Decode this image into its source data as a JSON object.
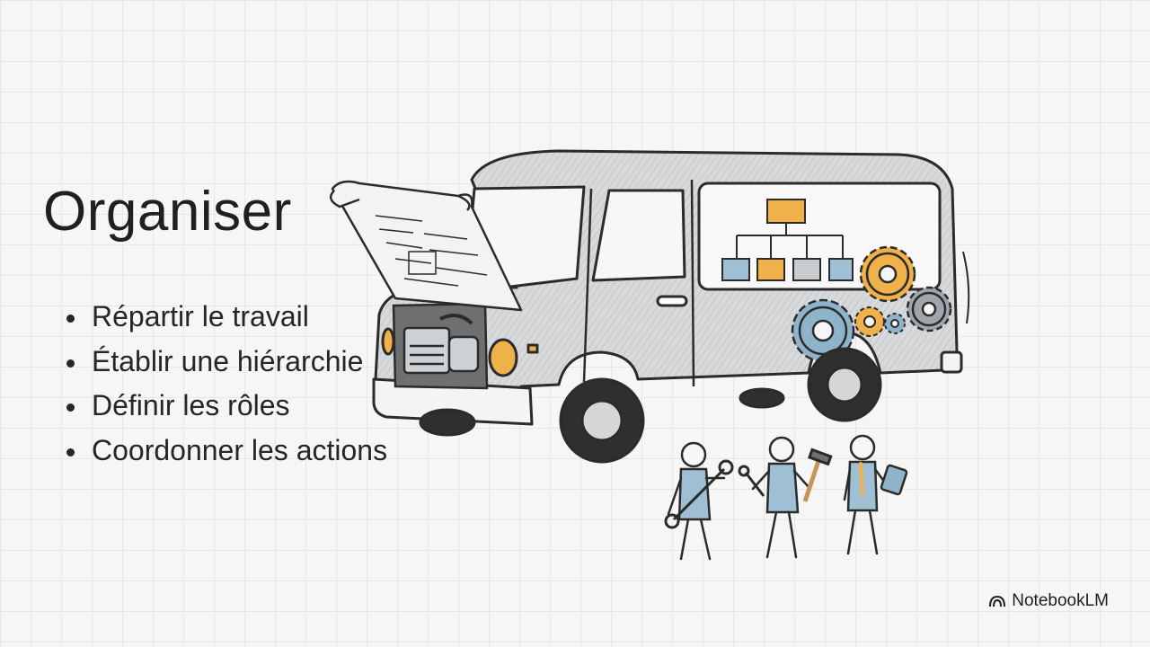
{
  "slide": {
    "title": "Organiser",
    "bullets": [
      "Répartir le travail",
      "Établir une hiérarchie",
      "Définir les rôles",
      "Coordonner les actions"
    ]
  },
  "illustration": {
    "subject": "van-with-org-chart-and-gears",
    "icons": [
      "van-illustration",
      "org-chart-icon",
      "gear-icon",
      "engine-icon",
      "blueprint-icon",
      "worker-figure-icon",
      "wrench-icon",
      "hammer-icon",
      "tablet-icon"
    ]
  },
  "brand": {
    "name": "NotebookLM",
    "icon": "notebooklm-logo-icon"
  },
  "colors": {
    "background": "#f6f6f6",
    "grid": "#e7e7e7",
    "accent_orange": "#f0b04a",
    "accent_blue": "#8fb3c9",
    "van_body": "#cfd2d4",
    "ink": "#2a2a2a"
  }
}
